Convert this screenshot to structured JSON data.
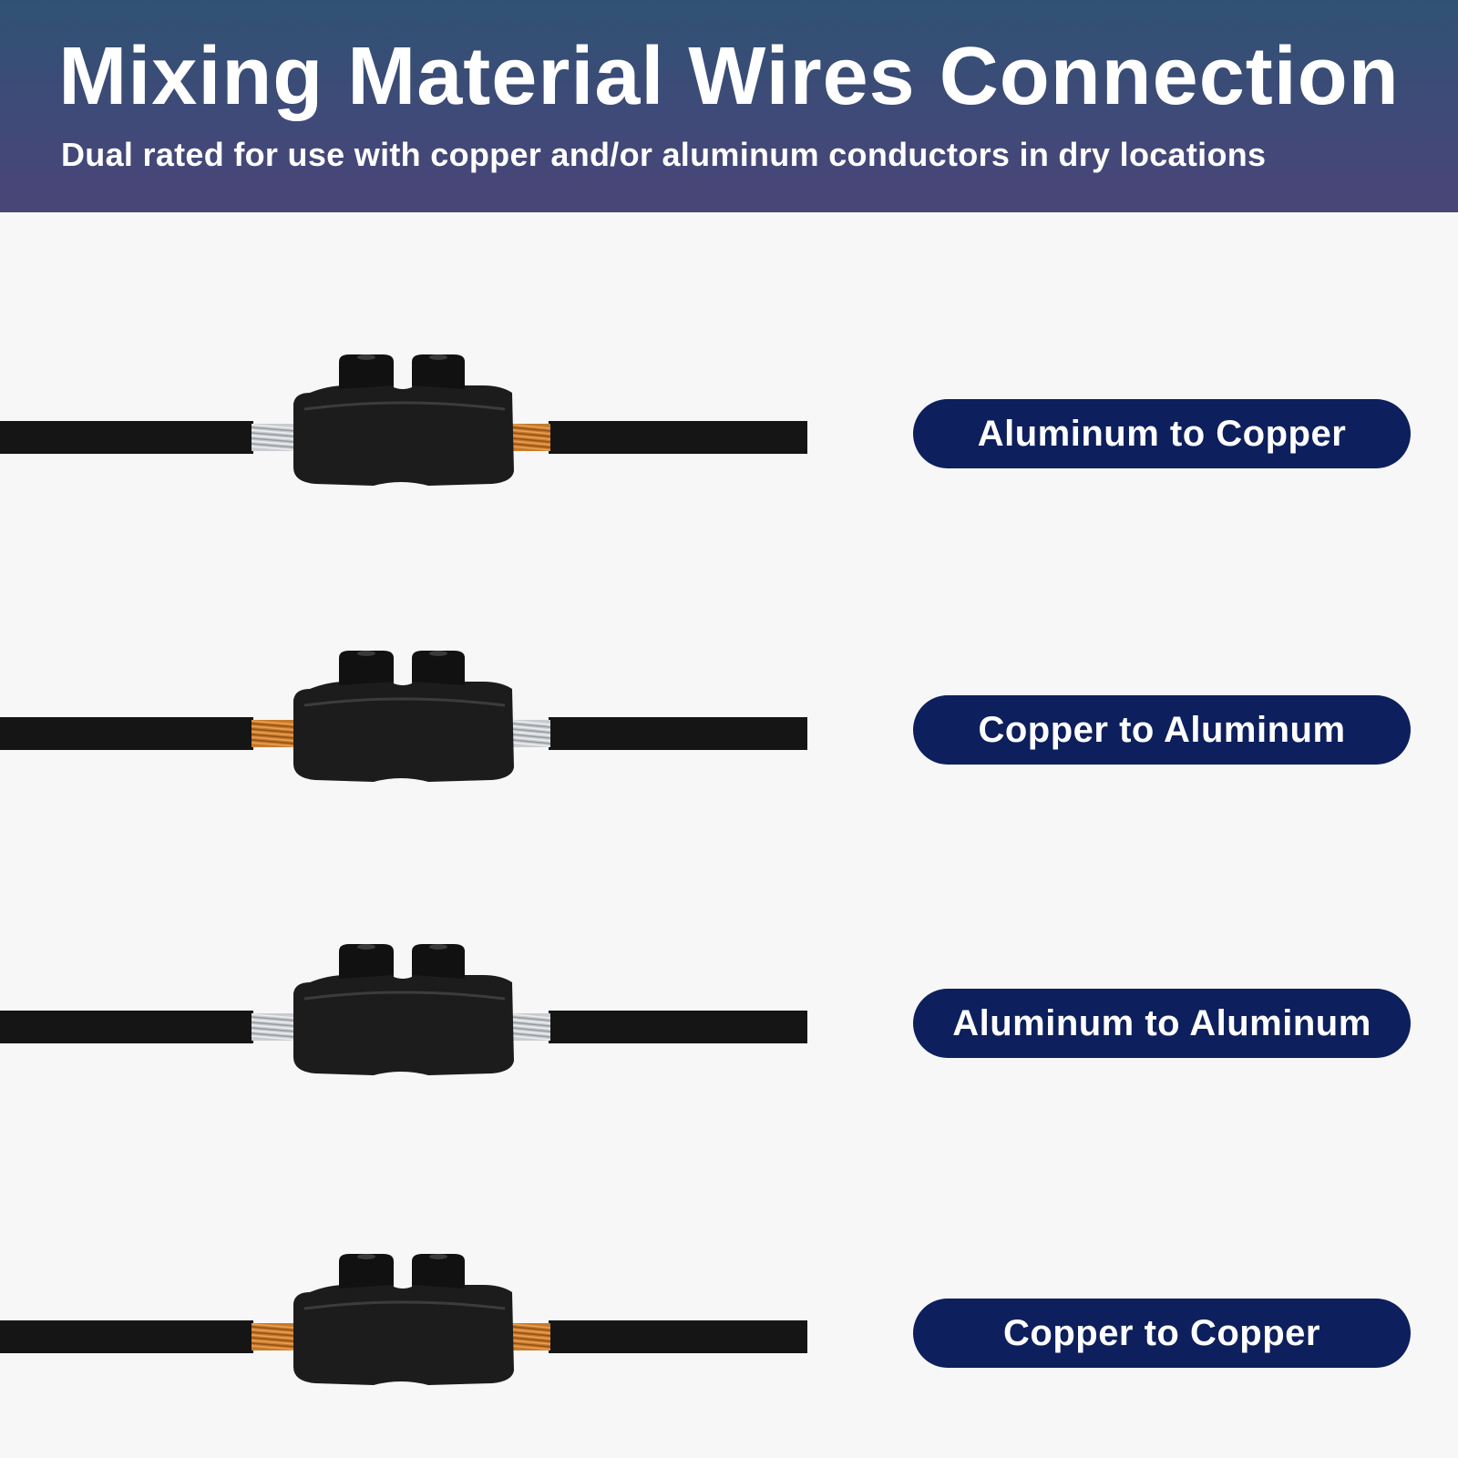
{
  "header": {
    "title": "Mixing Material Wires Connection",
    "subtitle": "Dual rated for use with copper and/or aluminum conductors in dry locations"
  },
  "connections": [
    {
      "label": "Aluminum to Copper",
      "left_wire": "aluminum",
      "right_wire": "copper"
    },
    {
      "label": "Copper to Aluminum",
      "left_wire": "copper",
      "right_wire": "aluminum"
    },
    {
      "label": "Aluminum to Aluminum",
      "left_wire": "aluminum",
      "right_wire": "aluminum"
    },
    {
      "label": "Copper to Copper",
      "left_wire": "copper",
      "right_wire": "copper"
    }
  ],
  "colors": {
    "header_top": "#2f5273",
    "header_bottom": "#4a4577",
    "pill": "#0d1f5c",
    "copper": "#c87a2a",
    "aluminum": "#c9ccd0",
    "insulation": "#151515",
    "connector": "#1c1c1c"
  }
}
